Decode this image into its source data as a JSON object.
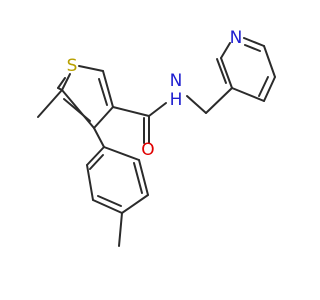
{
  "atoms": {
    "sulfur": "S",
    "nitrogen_amide": "N",
    "amide_h": "H",
    "oxygen": "O",
    "nitrogen_pyridine": "N"
  },
  "colors": {
    "bond": "#2b2b2b",
    "sulfur": "#b8a000",
    "nitrogen": "#2020d0",
    "oxygen": "#e00000",
    "background": "#ffffff"
  }
}
